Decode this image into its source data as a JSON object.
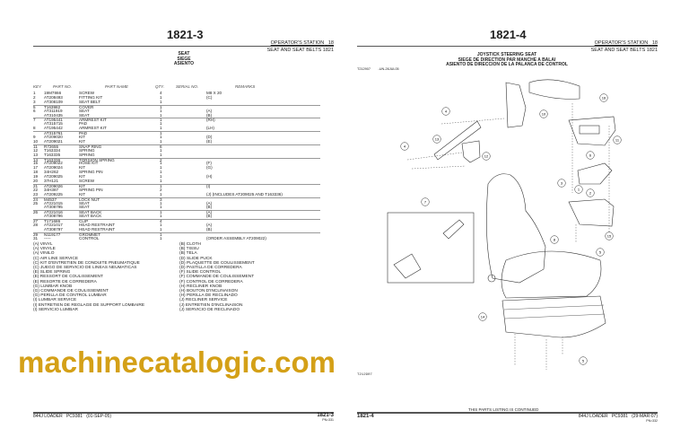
{
  "left_page": {
    "page_number": "1821-3",
    "section": "OPERATOR'S STATION",
    "section_number": "18",
    "group": "SEAT AND SEAT BELTS 1821",
    "title": [
      "SEAT",
      "SIEGE",
      "ASIENTO"
    ],
    "columns": {
      "key": "KEY",
      "part_no": "PART NO.",
      "part_name": "PART NAME",
      "qty": "QTY.",
      "serial": "SERIAL NO.",
      "remarks": "REMARKS"
    },
    "rows": [
      {
        "key": "1",
        "part": "19M7866",
        "name": "SCREW",
        "qty": "4",
        "rem": "M8 X 20",
        "grp": false
      },
      {
        "key": "2",
        "part": "AT208493",
        "name": "FITTING KIT",
        "qty": "1",
        "rem": "(C)",
        "grp": false
      },
      {
        "key": "3",
        "part": "AT308109",
        "name": "SEAT BELT",
        "qty": "1",
        "rem": "",
        "grp": false
      },
      {
        "key": "5",
        "part": "T163982",
        "name": "COVER",
        "qty": "1",
        "rem": "",
        "grp": true
      },
      {
        "key": "6",
        "part": "AT311919",
        "name": "SEAT",
        "qty": "1",
        "rem": "(A)",
        "grp": false
      },
      {
        "key": "",
        "part": "AT310435",
        "name": "SEAT",
        "qty": "1",
        "rem": "(B)",
        "grp": false
      },
      {
        "key": "7",
        "part": "AT195441",
        "name": "ARMREST KIT",
        "qty": "1",
        "rem": "(RH)",
        "grp": true
      },
      {
        "key": "",
        "part": "AT315715",
        "name": "PAD",
        "qty": "1",
        "rem": "",
        "grp": false
      },
      {
        "key": "8",
        "part": "AT195442",
        "name": "ARMREST KIT",
        "qty": "1",
        "rem": "(LH)",
        "grp": false
      },
      {
        "key": "",
        "part": "AT315761",
        "name": "PAD",
        "qty": "1",
        "rem": "",
        "grp": true
      },
      {
        "key": "9",
        "part": "AT209020",
        "name": "KIT",
        "qty": "1",
        "rem": "(D)",
        "grp": false
      },
      {
        "key": "10",
        "part": "AT209021",
        "name": "KIT",
        "qty": "1",
        "rem": "(E)",
        "grp": false
      },
      {
        "key": "11",
        "part": "R72655",
        "name": "SNAP RING",
        "qty": "6",
        "rem": "",
        "grp": true
      },
      {
        "key": "12",
        "part": "T163334",
        "name": "SPRING",
        "qty": "1",
        "rem": "",
        "grp": false
      },
      {
        "key": "13",
        "part": "T163335",
        "name": "SPRING",
        "qty": "1",
        "rem": "",
        "grp": false
      },
      {
        "key": "14",
        "part": "T163336",
        "name": "TORSION SPRING",
        "qty": "2",
        "rem": "",
        "grp": true
      },
      {
        "key": "15",
        "part": "AT209022",
        "name": "HOSE KIT",
        "qty": "1",
        "rem": "(F)",
        "grp": false
      },
      {
        "key": "17",
        "part": "AT209024",
        "name": "KIT",
        "qty": "1",
        "rem": "(G)",
        "grp": false
      },
      {
        "key": "18",
        "part": "34H262",
        "name": "SPRING PIN",
        "qty": "1",
        "rem": "",
        "grp": false
      },
      {
        "key": "19",
        "part": "AT209025",
        "name": "KIT",
        "qty": "1",
        "rem": "(H)",
        "grp": false
      },
      {
        "key": "20",
        "part": "37H121",
        "name": "SCREW",
        "qty": "1",
        "rem": "",
        "grp": false
      },
      {
        "key": "21",
        "part": "AT209026",
        "name": "KIT",
        "qty": "1",
        "rem": "(I)",
        "grp": true
      },
      {
        "key": "22",
        "part": "34H387",
        "name": "SPRING PIN",
        "qty": "2",
        "rem": "",
        "grp": false
      },
      {
        "key": "23",
        "part": "AT209225",
        "name": "KIT",
        "qty": "1",
        "rem": "(J) (INCLUDES AT209025 AND T163336)",
        "grp": false
      },
      {
        "key": "24",
        "part": "M4537",
        "name": "LOCK NUT",
        "qty": "3",
        "rem": "",
        "grp": true
      },
      {
        "key": "25",
        "part": "AT221015",
        "name": "SEAT",
        "qty": "1",
        "rem": "(A)",
        "grp": false
      },
      {
        "key": "",
        "part": "AT308795",
        "name": "SEAT",
        "qty": "1",
        "rem": "(B)",
        "grp": false
      },
      {
        "key": "26",
        "part": "AT221016",
        "name": "SEAT BACK",
        "qty": "1",
        "rem": "(A)",
        "grp": true
      },
      {
        "key": "",
        "part": "AT308796",
        "name": "SEAT BACK",
        "qty": "1",
        "rem": "(B)",
        "grp": false
      },
      {
        "key": "27",
        "part": "T171686",
        "name": "CLIP",
        "qty": "4",
        "rem": "",
        "grp": true
      },
      {
        "key": "28",
        "part": "AT221017",
        "name": "HEAD RESTRAINT",
        "qty": "1",
        "rem": "(A)",
        "grp": false
      },
      {
        "key": "",
        "part": "AT308797",
        "name": "HEAD RESTRAINT",
        "qty": "1",
        "rem": "(B)",
        "grp": false
      },
      {
        "key": "29",
        "part": "N119177",
        "name": "GROMMET",
        "qty": "1",
        "rem": "",
        "grp": true
      },
      {
        "key": "31",
        "part": "-----",
        "name": "CONTROL",
        "qty": "1",
        "rem": "(ORDER ASSEMBLY AT209022)",
        "grp": false
      }
    ],
    "notes_left": [
      "(A) VINYL",
      "(A) VINYLE",
      "(A) VINILO",
      "(C) AIR LINE SERVICE",
      "(C) KIT D'ENTRETIEN DE CONDUITE PNEUMATIQUE",
      "(C) JUEGO DE SERVICIO DE LINEAS NEUMATICAS",
      "(E) SLIDE SPRING",
      "(E) RESSORT DE COULISSEMENT",
      "(E) RESORTE DE CORREDERA",
      "(G) LUMBAR KNOB",
      "(G) COMMANDE DE COULISSEMENT",
      "(G) PERILLA DE CONTROL LUMBAR",
      "(I) LUMBAR SERVICE",
      "(I) ENTRETIEN DE REGLAGE DE SUPPORT LOMBAIRE",
      "(I) SERVICIO LUMBAR"
    ],
    "notes_right": [
      "(B) CLOTH",
      "(B) TISSU",
      "(B) TELA",
      "(D) SLIDE PUCK",
      "(D) PLAQUETTE DE COULISSEMENT",
      "(D) PASTILLA DE CORREDERA",
      "(F) SLIDE CONTROL",
      "(F) COMMANDE DE COULISSEMENT",
      "(F) CONTROL DE CORREDERA",
      "(H) RECLINER KNOB",
      "(H) BOUTON D'INCLINAISON",
      "(H) PERILLA DE RECLINADO",
      "(J) RECLINER SERVICE",
      "(J) ENTRETIEN D'INCLINAISON",
      "(J) SERVICIO DE RECLINADO"
    ],
    "footer": {
      "model": "844J LOADER",
      "catalog": "PC9381",
      "date": "(01-SEP-05)",
      "page": "1821-3",
      "pn": "PN=331"
    }
  },
  "right_page": {
    "page_number": "1821-4",
    "section": "OPERATOR'S STATION",
    "section_number": "18",
    "group": "SEAT AND SEAT BELTS 1821",
    "title": [
      "JOYSTICK STEERING SEAT",
      "SIEGE DE DIRECTION PAR MANCHE A BALAI",
      "ASIENTO DE DIRECCION DE LA PALANCA DE CONTROL"
    ],
    "illustration_id": "T212907",
    "illustration_date": "-UN-26JUL05",
    "illustration_label": "T212907",
    "callouts": [
      "16",
      "10",
      "4",
      "11",
      "13",
      "4",
      "12",
      "6",
      "3",
      "1",
      "2",
      "7",
      "15",
      "8",
      "5",
      "14",
      "5"
    ],
    "continued": "THIS PARTS LISTING IS CONTINUED",
    "footer": {
      "page": "1821-4",
      "model": "844J LOADER",
      "catalog": "PC9381",
      "date": "(29-MAR-07)",
      "pn": "PN=332"
    }
  },
  "watermark": "machinecatalogic.com",
  "colors": {
    "watermark": "#d4a017",
    "rule": "#555555"
  }
}
